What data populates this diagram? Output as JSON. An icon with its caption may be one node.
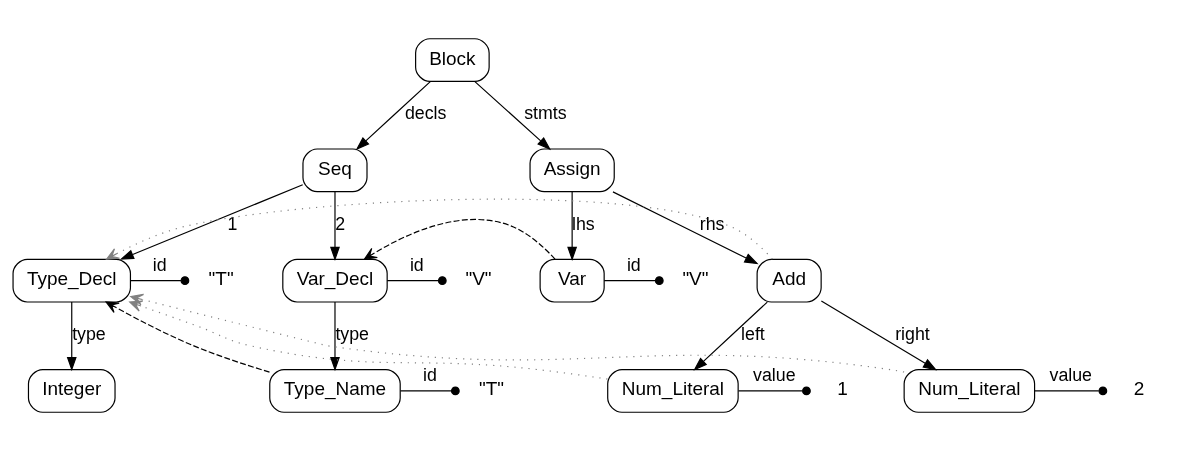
{
  "diagram": {
    "nodes": [
      {
        "text": [
          "Block"
        ]
      },
      {
        "text": [
          "Seq"
        ]
      },
      {
        "text": [
          "Assign"
        ]
      },
      {
        "text": [
          "\"T\""
        ]
      },
      {
        "text": [
          "Type_Decl"
        ]
      },
      {
        "text": [
          "Var_Decl"
        ]
      },
      {
        "text": [
          "\"V\""
        ]
      },
      {
        "text": [
          "Var"
        ]
      },
      {
        "text": [
          "\"V\""
        ]
      },
      {
        "text": [
          "Add"
        ]
      },
      {
        "text": [
          "Integer"
        ]
      },
      {
        "text": [
          "Type_Name"
        ]
      },
      {
        "text": [
          "\"T\""
        ]
      },
      {
        "text": [
          "1"
        ]
      },
      {
        "text": [
          "Num_Literal"
        ]
      },
      {
        "text": [
          "Num_Literal"
        ]
      },
      {
        "text": [
          "2"
        ]
      }
    ],
    "edges": [
      {
        "from": 0,
        "to": 1,
        "arrow": "to",
        "label": "decls"
      },
      {
        "from": 0,
        "to": 2,
        "arrow": "to",
        "label": "stmts"
      },
      {
        "from": 1,
        "to": 4,
        "arrow": "to",
        "label": "1"
      },
      {
        "from": 1,
        "to": 5,
        "arrow": "to",
        "label": "2"
      },
      {
        "from": 2,
        "to": 7,
        "arrow": "to",
        "label": "lhs"
      },
      {
        "from": 2,
        "to": 9,
        "arrow": "to",
        "label": "rhs"
      },
      {
        "from": 4,
        "to": 3,
        "arrow": "other",
        "label": "id"
      },
      {
        "from": 5,
        "to": 6,
        "arrow": "other",
        "label": "id"
      },
      {
        "from": 7,
        "to": 8,
        "arrow": "other",
        "label": "id"
      },
      {
        "from": 4,
        "to": 10,
        "arrow": "to",
        "label": "type"
      },
      {
        "from": 5,
        "to": 11,
        "arrow": "to",
        "label": "type"
      },
      {
        "from": 11,
        "to": 12,
        "arrow": "other",
        "label": "id"
      },
      {
        "from": 9,
        "to": 14,
        "arrow": "to",
        "label": "left"
      },
      {
        "from": 9,
        "to": 15,
        "arrow": "to",
        "label": "right"
      },
      {
        "from": 14,
        "to": 13,
        "arrow": "other",
        "label": "value"
      },
      {
        "from": 15,
        "to": 16,
        "arrow": "other",
        "label": "value"
      },
      {
        "from": 7,
        "to": 5,
        "arrow": "to",
        "style": "dashed"
      },
      {
        "from": 11,
        "to": 4,
        "arrow": "to",
        "style": "dashed"
      },
      {
        "from": 9,
        "to": 4,
        "arrow": "to",
        "style": "dashed",
        "color": "#808080"
      },
      {
        "from": 14,
        "to": 4,
        "arrow": "to",
        "style": "dashed",
        "color": "#808080"
      },
      {
        "from": 15,
        "to": 4,
        "arrow": "to",
        "style": "dashed",
        "color": "#808080"
      }
    ]
  }
}
